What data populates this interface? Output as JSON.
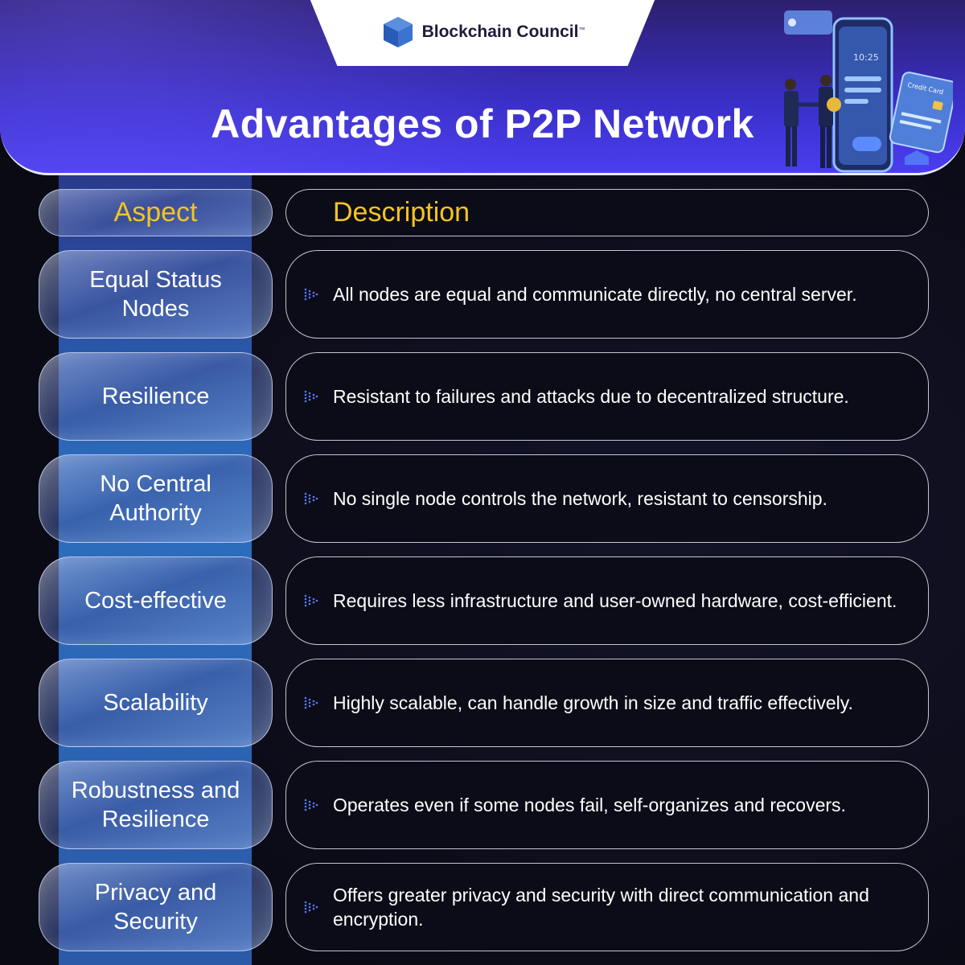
{
  "brand": {
    "name": "Blockchain Council",
    "tm": "™",
    "logo_icon": "blue-cube-icon"
  },
  "title": "Advantages of P2P Network",
  "hero": {
    "icon": "businessmen-handshake-phone-illustration",
    "card_label": "Credit Card",
    "phone_time": "10:25"
  },
  "table": {
    "header": {
      "aspect": "Aspect",
      "description": "Description"
    },
    "rows": [
      {
        "aspect": "Equal Status Nodes",
        "aspect_lines": [
          "Equal Status",
          "Nodes"
        ],
        "description": "All nodes are equal and communicate directly, no central server."
      },
      {
        "aspect": "Resilience",
        "aspect_lines": [
          "Resilience"
        ],
        "description": "Resistant to failures and attacks due to decentralized structure."
      },
      {
        "aspect": "No Central Authority",
        "aspect_lines": [
          "No Central",
          "Authority"
        ],
        "description": "No single node controls the network, resistant to censorship."
      },
      {
        "aspect": "Cost-effective",
        "aspect_lines": [
          "Cost-effective"
        ],
        "description": "Requires less infrastructure and user-owned hardware, cost-efficient."
      },
      {
        "aspect": "Scalability",
        "aspect_lines": [
          "Scalability"
        ],
        "description": "Highly scalable, can handle growth in size and traffic effectively."
      },
      {
        "aspect": "Robustness and Resilience",
        "aspect_lines": [
          "Robustness and",
          "Resilience"
        ],
        "description": "Operates even if some nodes fail, self-organizes and recovers."
      },
      {
        "aspect": "Privacy and Security",
        "aspect_lines": [
          "Privacy and",
          "Security"
        ],
        "description": "Offers greater privacy and security with direct communication and encryption."
      }
    ],
    "bullet_icon": "dotted-arrow-bullet-icon"
  },
  "colors": {
    "header_gradient_top": "#2c1f6e",
    "header_gradient_bottom": "#4a3ef0",
    "header_label": "#f3c520",
    "background": "#0b0b16",
    "bullet": "#5b7bff"
  }
}
